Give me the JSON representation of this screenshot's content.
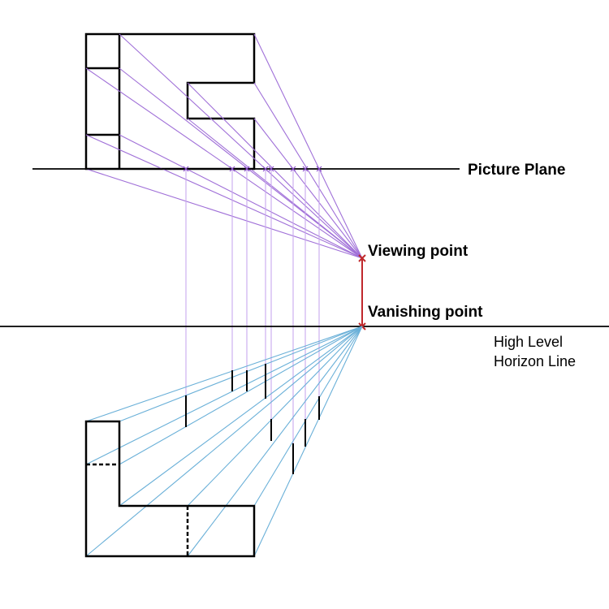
{
  "labels": {
    "picture_plane": "Picture Plane",
    "viewing_point": "Viewing point",
    "vanishing_point": "Vanishing point",
    "horizon_line_1": "High Level",
    "horizon_line_2": "Horizon Line"
  },
  "colors": {
    "projector": "#a070d8",
    "drop_line": "#c8a8ee",
    "perspective_ray": "#6ab0d8",
    "measuring_line": "#c0282c",
    "outline": "#000000"
  }
}
